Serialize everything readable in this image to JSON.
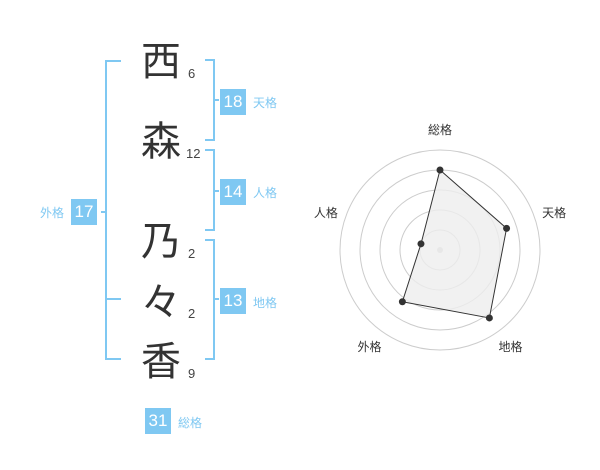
{
  "colors": {
    "accent": "#7fc8f2",
    "accent_text": "#7fc8f2",
    "bracket": "#7fc8f2",
    "char": "#333333",
    "grid": "#cccccc",
    "polygon_fill": "#eeeeee",
    "polygon_stroke": "#333333"
  },
  "name": {
    "characters": [
      {
        "char": "西",
        "strokes": "6"
      },
      {
        "char": "森",
        "strokes": "12"
      },
      {
        "char": "乃",
        "strokes": "2"
      },
      {
        "char": "々",
        "strokes": "2"
      },
      {
        "char": "香",
        "strokes": "9"
      }
    ]
  },
  "fortunes": {
    "tenkaku": {
      "value": "18",
      "label": "天格"
    },
    "jinkaku": {
      "value": "14",
      "label": "人格"
    },
    "chikaku": {
      "value": "13",
      "label": "地格"
    },
    "gaikaku": {
      "value": "17",
      "label": "外格"
    },
    "soukaku": {
      "value": "31",
      "label": "総格"
    }
  },
  "chart_data": {
    "type": "radar",
    "axes": [
      "総格",
      "天格",
      "地格",
      "外格",
      "人格"
    ],
    "values": [
      4,
      3.5,
      4.2,
      3.2,
      1
    ],
    "max": 5,
    "rings": 5
  }
}
